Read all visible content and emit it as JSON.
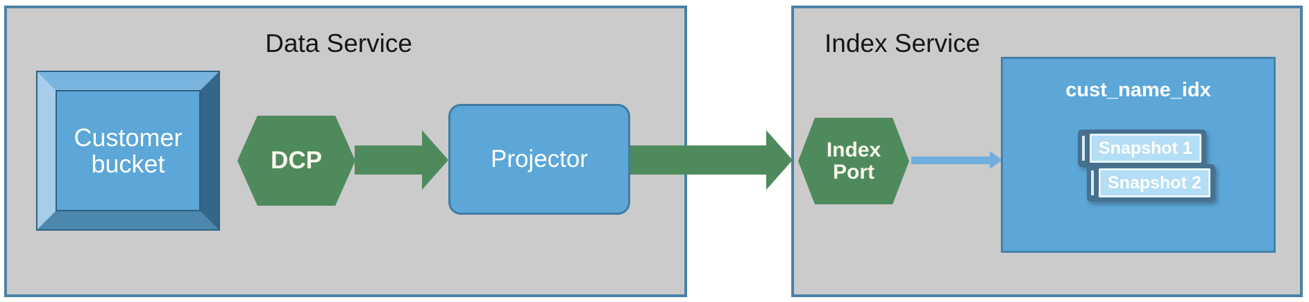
{
  "data_service": {
    "label": "Data Service",
    "bucket_label": "Customer bucket",
    "dcp_label": "DCP",
    "projector_label": "Projector"
  },
  "index_service": {
    "label": "Index Service",
    "port_label": "Index Port",
    "index_name": "cust_name_idx",
    "snapshots": [
      {
        "label": "Snapshot 1"
      },
      {
        "label": "Snapshot 2"
      }
    ]
  },
  "colors": {
    "service_fill": "#CBCBCB",
    "service_border": "#4A81A6",
    "green": "#4F8A5C",
    "node_blue_fill": "#5CA7D8",
    "node_blue_border": "#3E7CA4",
    "bucket_bevel_light": "#A6CDE9",
    "bucket_bevel_dark": "#36658A",
    "light_blue_arrow": "#6FAEDD",
    "snapshot_frame": "#46708E",
    "snapshot_fill": "#B4DDF6",
    "label_text": "#161616",
    "node_text": "#FFFFFF"
  }
}
